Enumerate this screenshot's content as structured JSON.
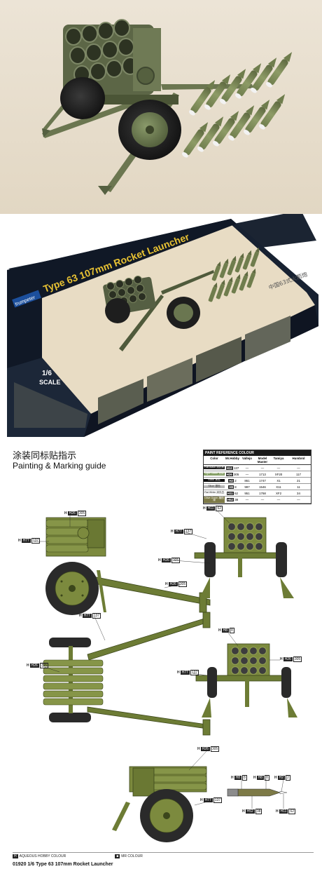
{
  "box": {
    "title": "Type 63 107mm Rocket Launcher",
    "brand": "trumpeter",
    "scale_number": "1/6",
    "scale_word": "SCALE",
    "side_chinese": "中国63式火箭炮"
  },
  "guide": {
    "title_chinese": "涂装同标贴指示",
    "title_english": "Painting & Marking guide",
    "table": {
      "header": "PAINT  REFERENCE COLOUR",
      "columns": [
        "Color",
        "Mr.Hobby",
        "Vallejo",
        "Model Master",
        "Tamiya",
        "Humbrol"
      ],
      "rows": [
        {
          "name": "Flat Black",
          "sub": "消光黑",
          "code": "H12",
          "num": "137",
          "vallejo": "—",
          "model_master": "—",
          "tamiya": "—",
          "humbrol": "—",
          "swatch": "#1f1f1f",
          "text": "#ffffff"
        },
        {
          "name": "Light Green",
          "sub": "亮绿",
          "code": "H26",
          "num": "305",
          "vallejo": "—",
          "model_master": "1713",
          "tamiya": "XF20",
          "humbrol": "117",
          "swatch": "#7f9a5e",
          "text": "#ffffff"
        },
        {
          "name": "Black",
          "sub": "黑色",
          "code": "H2",
          "num": "2",
          "vallejo": "861",
          "model_master": "1747",
          "tamiya": "X1",
          "humbrol": "21",
          "swatch": "#0d0d0d",
          "text": "#ffffff"
        },
        {
          "name": "Silver",
          "sub": "银色",
          "code": "H8",
          "num": "8",
          "vallejo": "997",
          "model_master": "1546",
          "tamiya": "X11",
          "humbrol": "11",
          "swatch": "#b8b8b8",
          "text": "#222222"
        },
        {
          "name": "Flat White",
          "sub": "消光白",
          "code": "H11",
          "num": "62",
          "vallejo": "951",
          "model_master": "1768",
          "tamiya": "XF2",
          "humbrol": "34",
          "swatch": "#f4f4f4",
          "text": "#222222"
        },
        {
          "name": "Olive Green",
          "sub": "橄榄绿",
          "code": "H52",
          "num": "38",
          "vallejo": "—",
          "model_master": "—",
          "tamiya": "—",
          "humbrol": "—",
          "swatch": "#7d7a47",
          "text": "#ffffff"
        }
      ]
    },
    "callouts": [
      {
        "id": "c1",
        "letter": "H",
        "code": "H26",
        "num": "305"
      },
      {
        "id": "c2",
        "letter": "H",
        "code": "H77",
        "num": "137"
      },
      {
        "id": "c3",
        "letter": "H",
        "code": "H26",
        "num": "305"
      },
      {
        "id": "c4",
        "letter": "H",
        "code": "H11",
        "num": "62"
      },
      {
        "id": "c5",
        "letter": "H",
        "code": "H77",
        "num": "137"
      },
      {
        "id": "c6",
        "letter": "H",
        "code": "H26",
        "num": "305"
      },
      {
        "id": "c7",
        "letter": "H",
        "code": "H77",
        "num": "137"
      },
      {
        "id": "c8",
        "letter": "H",
        "code": "H26",
        "num": "305"
      },
      {
        "id": "c9",
        "letter": "H",
        "code": "H8",
        "num": "8"
      },
      {
        "id": "c10",
        "letter": "H",
        "code": "H26",
        "num": "305"
      },
      {
        "id": "c11",
        "letter": "H",
        "code": "H77",
        "num": "137"
      },
      {
        "id": "c12",
        "letter": "H",
        "code": "H26",
        "num": "305"
      },
      {
        "id": "c13",
        "letter": "H",
        "code": "H77",
        "num": "137"
      },
      {
        "id": "c14",
        "letter": "H",
        "code": "H8",
        "num": "8"
      },
      {
        "id": "c15",
        "letter": "H",
        "code": "H8",
        "num": "8"
      },
      {
        "id": "c16",
        "letter": "H",
        "code": "H2",
        "num": "2"
      },
      {
        "id": "c17",
        "letter": "H",
        "code": "H52",
        "num": "38"
      },
      {
        "id": "c18",
        "letter": "H",
        "code": "H11",
        "num": "62"
      }
    ],
    "footer": {
      "legend_aqueous": "AQUEOUS HOBBY COLOUR",
      "legend_mr": "MR COLOUR",
      "caption": "01920 1/6  Type 63 107mm Rocket Launcher"
    }
  }
}
